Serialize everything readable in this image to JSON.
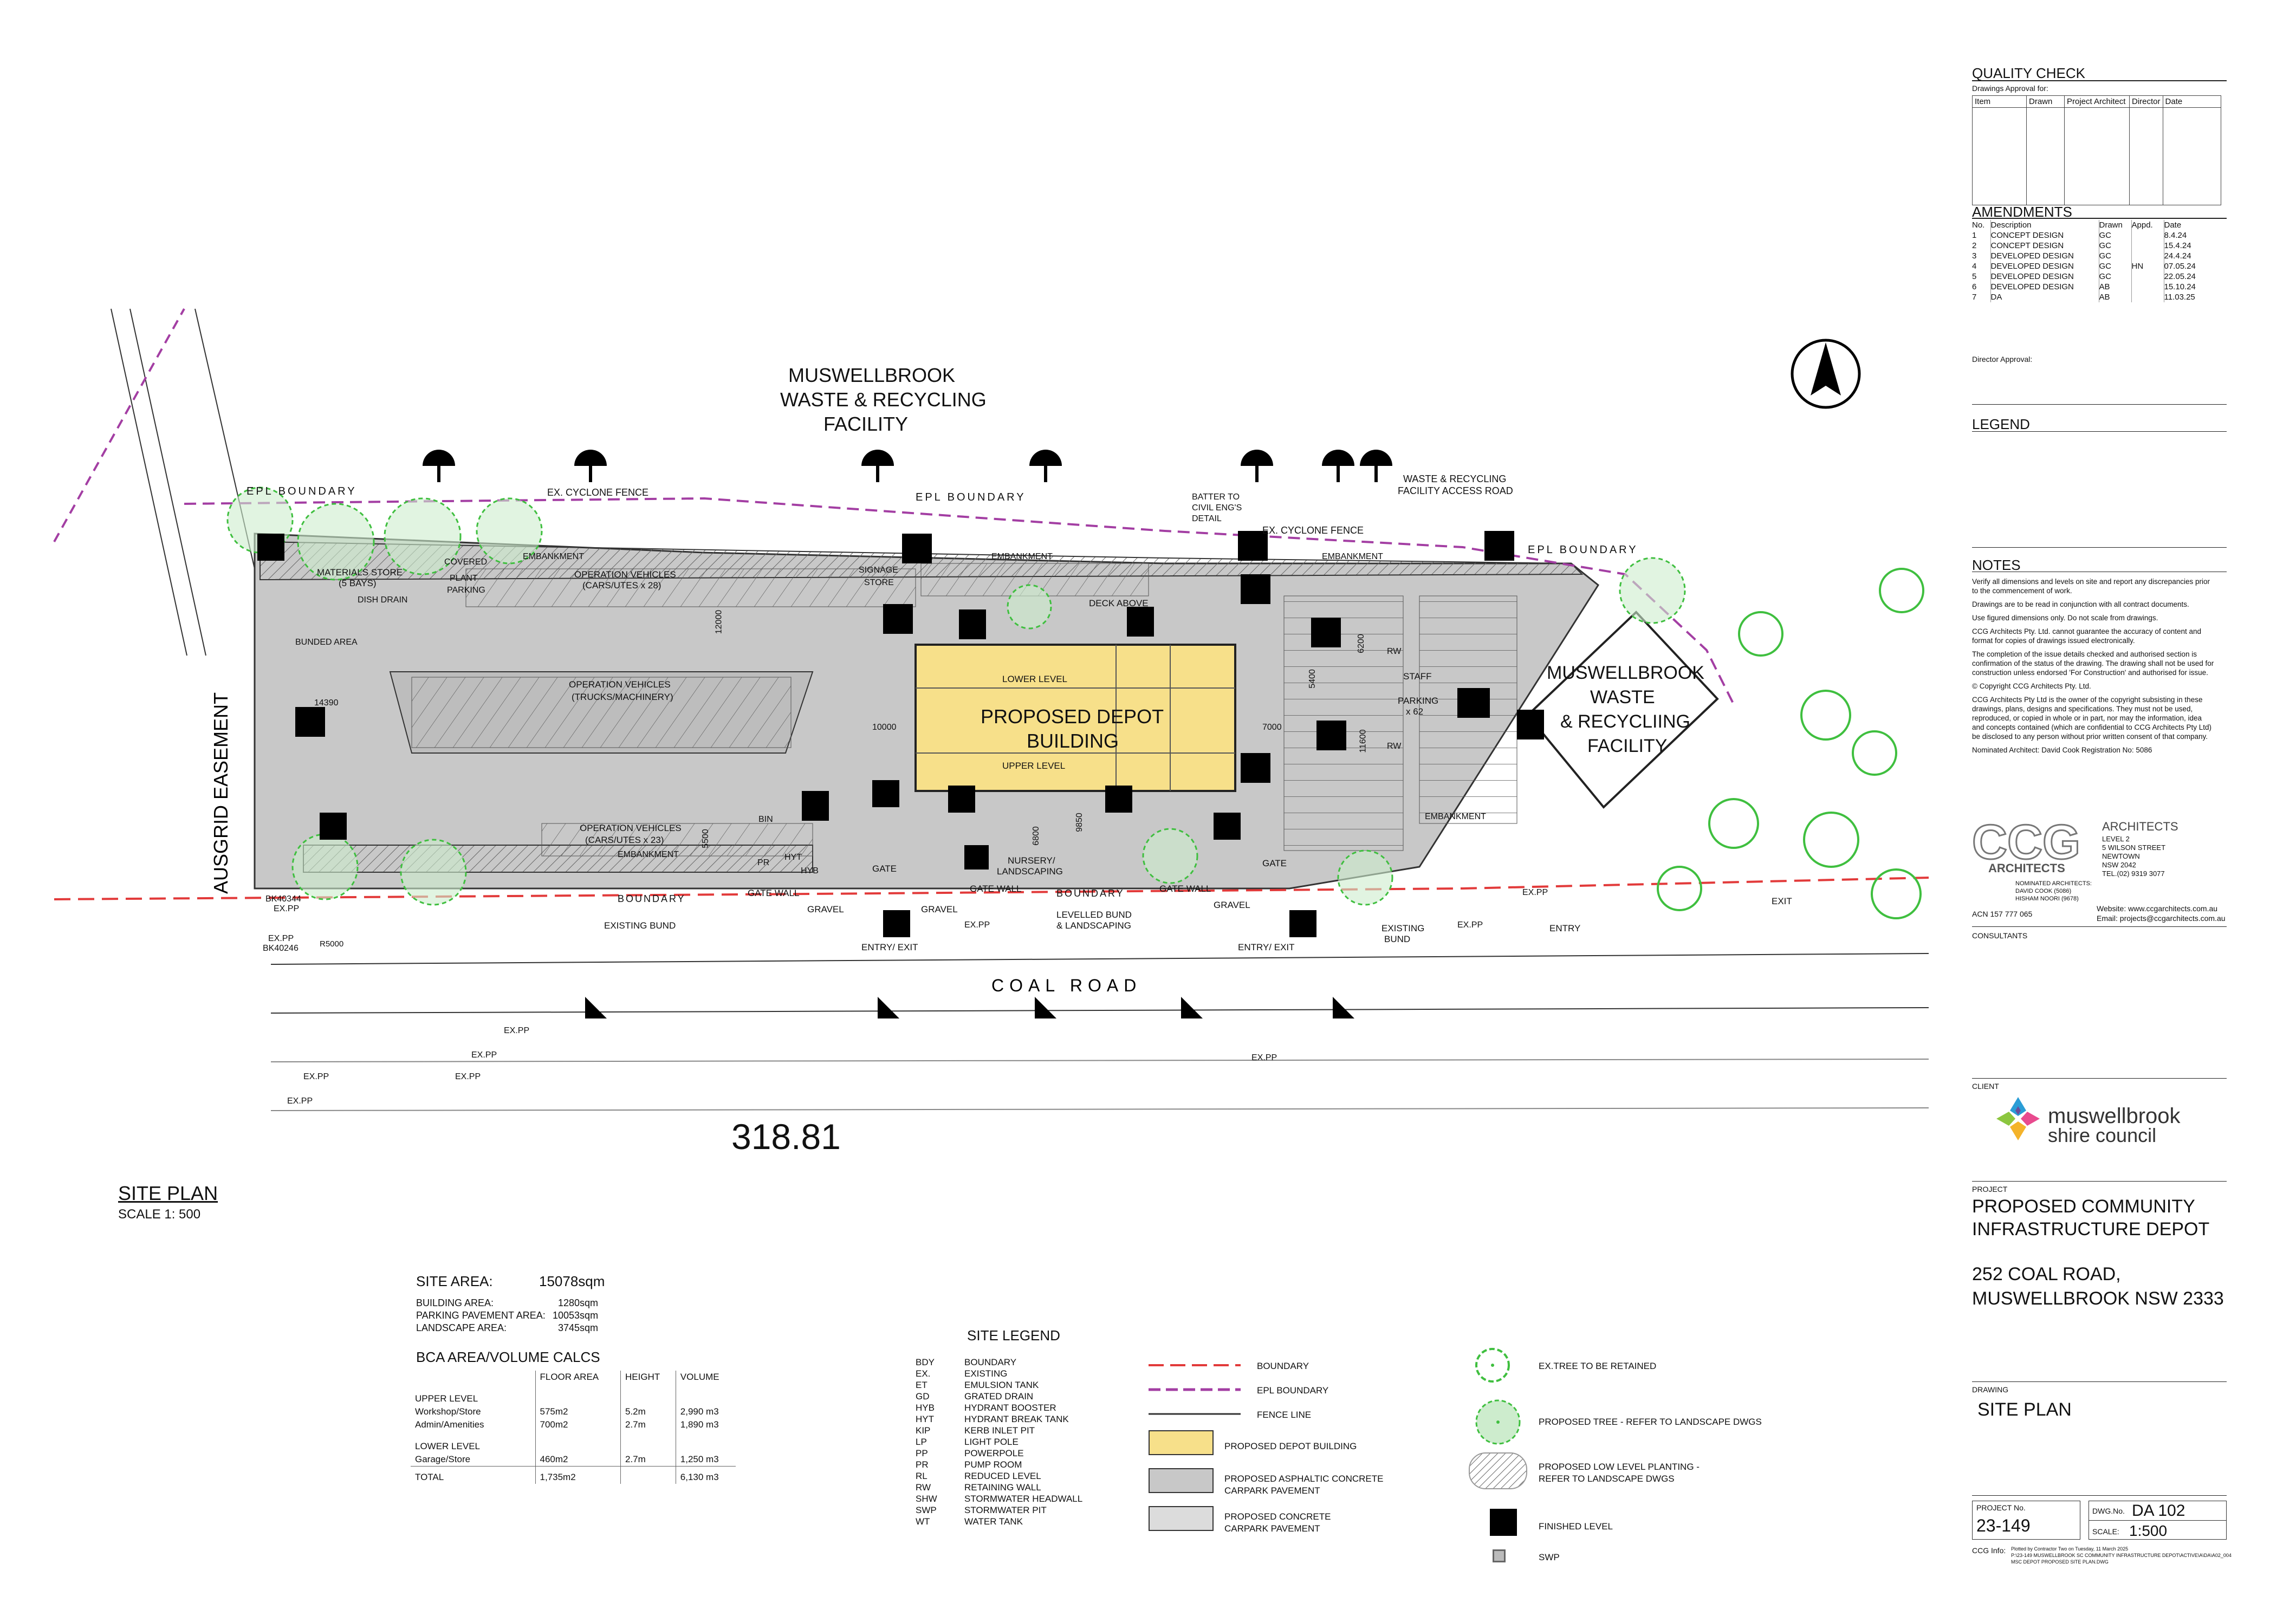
{
  "drawing": {
    "title": "SITE PLAN",
    "scale": "SCALE 1: 500",
    "level_marker": "318.81"
  },
  "site_labels": {
    "facility_top": [
      "MUSWELLBROOK",
      "WASTE & RECYCLING",
      "FACILITY"
    ],
    "facility_right": [
      "MUSWELLBROOK",
      "WASTE",
      "& RECYCLIING",
      "FACILITY"
    ],
    "ausgrid": "AUSGRID EASEMENT",
    "coal_road": "COAL ROAD",
    "depot": [
      "PROPOSED DEPOT",
      "BUILDING"
    ],
    "lower_level": "LOWER LEVEL",
    "upper_level": "UPPER LEVEL",
    "epl_boundary": "EPL BOUNDARY",
    "cyclone_fence": "EX. CYCLONE FENCE",
    "boundary": "BOUNDARY",
    "embankment": "EMBANKMENT",
    "materials_store": [
      "MATERIALS STORE",
      "(5 BAYS)"
    ],
    "dish_drain": "DISH DRAIN",
    "covered_plant": [
      "COVERED",
      "PLANT",
      "PARKING"
    ],
    "op_vehicles_top": [
      "OPERATION VEHICLES",
      "(CARS/UTES x 28)"
    ],
    "op_vehicles_mid": [
      "OPERATION VEHICLES",
      "(TRUCKS/MACHINERY)"
    ],
    "op_vehicles_bottom": [
      "OPERATION VEHICLES",
      "(CARS/UTES x 23)"
    ],
    "signage_store": [
      "SIGNAGE",
      "STORE"
    ],
    "deck_above": "DECK ABOVE",
    "bunded_area": "BUNDED AREA",
    "staff_parking": [
      "STAFF",
      "PARKING",
      "x 62"
    ],
    "batter": [
      "BATTER TO",
      "CIVIL ENG'S",
      "DETAIL"
    ],
    "waste_access": [
      "WASTE & RECYCLING",
      "FACILITY ACCESS ROAD"
    ],
    "nursery": [
      "NURSERY/",
      "LANDSCAPING"
    ],
    "levelled_bund": [
      "LEVELLED BUND",
      "& LANDSCAPING"
    ],
    "existing_bund": "EXISTING BUND",
    "existing_bund_right": [
      "EXISTING",
      "BUND"
    ],
    "gate": "GATE",
    "gate_wall": "GATE WALL",
    "gravel": "GRAVEL",
    "entry_exit": "ENTRY/ EXIT",
    "entry": "ENTRY",
    "exit": "EXIT",
    "ex_pp": "EX.PP",
    "rw": "RW",
    "bin": "BIN",
    "pr": "PR",
    "hyb": "HYB",
    "hyt": "HYT",
    "bk1": "BK40344",
    "bk2": "BK40246",
    "r5000": "R5000",
    "dims": [
      "12000",
      "14390",
      "10000",
      "7000",
      "6800",
      "9850",
      "6200",
      "5400",
      "11600",
      "5500"
    ]
  },
  "quality_check": {
    "title": "QUALITY CHECK",
    "approval": "Drawings Approval for:",
    "cols": [
      "Item",
      "Drawn",
      "Project Architect",
      "Director",
      "Date"
    ]
  },
  "amendments": {
    "title": "AMENDMENTS",
    "cols": [
      "No.",
      "Description",
      "Drawn",
      "Appd.",
      "Date"
    ],
    "rows": [
      [
        "1",
        "CONCEPT DESIGN",
        "GC",
        "",
        "8.4.24"
      ],
      [
        "2",
        "CONCEPT DESIGN",
        "GC",
        "",
        "15.4.24"
      ],
      [
        "3",
        "DEVELOPED DESIGN",
        "GC",
        "",
        "24.4.24"
      ],
      [
        "4",
        "DEVELOPED DESIGN",
        "GC",
        "HN",
        "07.05.24"
      ],
      [
        "5",
        "DEVELOPED DESIGN",
        "GC",
        "",
        "22.05.24"
      ],
      [
        "6",
        "DEVELOPED DESIGN",
        "AB",
        "",
        "15.10.24"
      ],
      [
        "7",
        "DA",
        "AB",
        "",
        "11.03.25"
      ]
    ],
    "director": "Director Approval:"
  },
  "legend_title": "LEGEND",
  "notes": {
    "title": "NOTES",
    "items": [
      "Verify all dimensions and levels on site and report any discrepancies prior to the commencement of work.",
      "Drawings are to be read in conjunction with all contract documents.",
      "Use figured dimensions only.  Do not scale from drawings.",
      "CCG Architects Pty. Ltd. cannot guarantee the accuracy of content and format for copies of drawings issued electronically.",
      "The completion of the issue details checked and authorised section is confirmation of the status of the drawing. The drawing shall not be used for construction unless endorsed 'For Construction' and authorised for issue.",
      "© Copyright CCG Architects Pty. Ltd.",
      "CCG Architects Pty Ltd is the owner of the copyright subsisting in these drawings, plans, designs and specifications. They must not be used, reproduced, or copied in whole or in part, nor may the information, idea and concepts contained (which are confidential to CCG Architects Pty Ltd) be disclosed to any person without prior written consent of that company.",
      "Nominated Architect: David Cook Registration No: 5086"
    ]
  },
  "architect": {
    "logo": "CCG",
    "logo_sub": "ARCHITECTS",
    "heading": "ARCHITECTS",
    "address": [
      "LEVEL 2",
      "5 WILSON STREET",
      "NEWTOWN",
      "NSW 2042",
      "TEL.(02) 9319 3077"
    ],
    "nominated": [
      "NOMINATED ARCHITECTS:",
      "DAVID COOK (5086)",
      "HISHAM NOORI (9678)"
    ],
    "acn": "ACN 157 777 065",
    "website": "Website: www.ccgarchitects.com.au",
    "email": "Email: projects@ccgarchitects.com.au",
    "consultants": "CONSULTANTS"
  },
  "client": {
    "label": "CLIENT",
    "name": [
      "muswellbrook",
      "shire council"
    ]
  },
  "project": {
    "label": "PROJECT",
    "name": [
      "PROPOSED COMMUNITY",
      "INFRASTRUCTURE DEPOT"
    ],
    "address": [
      "252 COAL ROAD,",
      "MUSWELLBROOK NSW 2333"
    ]
  },
  "drawing_block": {
    "label": "DRAWING",
    "name": "SITE PLAN",
    "project_no_label": "PROJECT No.",
    "project_no": "23-149",
    "dwg_label": "DWG.No.",
    "dwg_no": "DA 102",
    "scale_label": "SCALE:",
    "scale": "1:500",
    "ccg_info_label": "CCG Info:",
    "ccg_info": [
      "Plotted by Contractor Two on Tuesday, 11 March 2025",
      "P:\\23-149 MUSWELLBROOK SC COMMUNITY INFRASTRUCTURE DEPOT\\ACTIVE\\A\\DA\\A02_004",
      "MSC DEPOT PROPOSED SITE PLAN.DWG"
    ]
  },
  "site_area": {
    "label": "SITE AREA:",
    "value": "15078sqm",
    "rows": [
      [
        "BUILDING AREA:",
        "1280sqm"
      ],
      [
        "PARKING PAVEMENT AREA:",
        "10053sqm"
      ],
      [
        "LANDSCAPE AREA:",
        "3745sqm"
      ]
    ]
  },
  "bca": {
    "title": "BCA AREA/VOLUME CALCS",
    "cols": [
      "FLOOR AREA",
      "HEIGHT",
      "VOLUME"
    ],
    "upper": "UPPER LEVEL",
    "upper_rows": [
      [
        "Workshop/Store",
        "575m2",
        "5.2m",
        "2,990 m3"
      ],
      [
        "Admin/Amenities",
        "700m2",
        "2.7m",
        "1,890 m3"
      ]
    ],
    "lower": "LOWER LEVEL",
    "lower_rows": [
      [
        "Garage/Store",
        "460m2",
        "2.7m",
        "1,250 m3"
      ]
    ],
    "total": [
      "TOTAL",
      "1,735m2",
      "",
      "6,130 m3"
    ]
  },
  "site_legend": {
    "title": "SITE LEGEND",
    "abbreviations": [
      [
        "BDY",
        "BOUNDARY"
      ],
      [
        "EX.",
        "EXISTING"
      ],
      [
        "ET",
        "EMULSION TANK"
      ],
      [
        "GD",
        "GRATED DRAIN"
      ],
      [
        "HYB",
        "HYDRANT BOOSTER"
      ],
      [
        "HYT",
        "HYDRANT BREAK TANK"
      ],
      [
        "KIP",
        "KERB INLET PIT"
      ],
      [
        "LP",
        "LIGHT POLE"
      ],
      [
        "PP",
        "POWERPOLE"
      ],
      [
        "PR",
        "PUMP ROOM"
      ],
      [
        "RL",
        "REDUCED LEVEL"
      ],
      [
        "RW",
        "RETAINING WALL"
      ],
      [
        "SHW",
        "STORMWATER HEADWALL"
      ],
      [
        "SWP",
        "STORMWATER PIT"
      ],
      [
        "WT",
        "WATER TANK"
      ]
    ],
    "symbols": {
      "boundary": "BOUNDARY",
      "epl": "EPL BOUNDARY",
      "fence": "FENCE LINE",
      "depot": "PROPOSED DEPOT BUILDING",
      "asphalt": [
        "PROPOSED ASPHALTIC CONCRETE",
        "CARPARK PAVEMENT"
      ],
      "concrete": [
        "PROPOSED CONCRETE",
        "CARPARK PAVEMENT"
      ],
      "tree_retained": "EX.TREE TO BE RETAINED",
      "tree_proposed": "PROPOSED TREE - REFER TO LANDSCAPE DWGS",
      "planting": [
        "PROPOSED LOW LEVEL PLANTING -",
        "REFER TO LANDSCAPE DWGS"
      ],
      "finished_level": "FINISHED LEVEL",
      "swp": "SWP"
    }
  },
  "colors": {
    "depot": "#f7e08a",
    "asphalt": "#c8c8c8",
    "concrete": "#dcdcdc",
    "boundary": "#e23a3a",
    "epl": "#a33ea3",
    "tree": "#3fbf3f",
    "tree_fill": "#cdeccd"
  }
}
